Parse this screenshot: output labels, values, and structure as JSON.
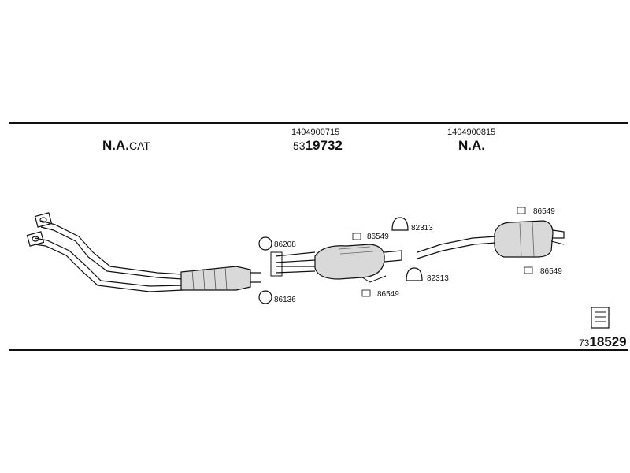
{
  "header": {
    "left_title_main": "N.A.",
    "left_title_suffix": "CAT",
    "middle_number": "1404900715",
    "middle_part_prefix": "53",
    "middle_part_main": "19732",
    "right_number": "1404900815",
    "right_title": "N.A."
  },
  "labels": {
    "l1": "86208",
    "l2": "86136",
    "l3": "86549",
    "l4": "82313",
    "l5": "82313",
    "l6": "86549",
    "l7": "86549",
    "l8": "86549"
  },
  "footer": {
    "part_prefix": "73",
    "part_main": "18529"
  },
  "colors": {
    "line": "#111111",
    "fill": "#d9d9d9",
    "bg": "#ffffff"
  }
}
